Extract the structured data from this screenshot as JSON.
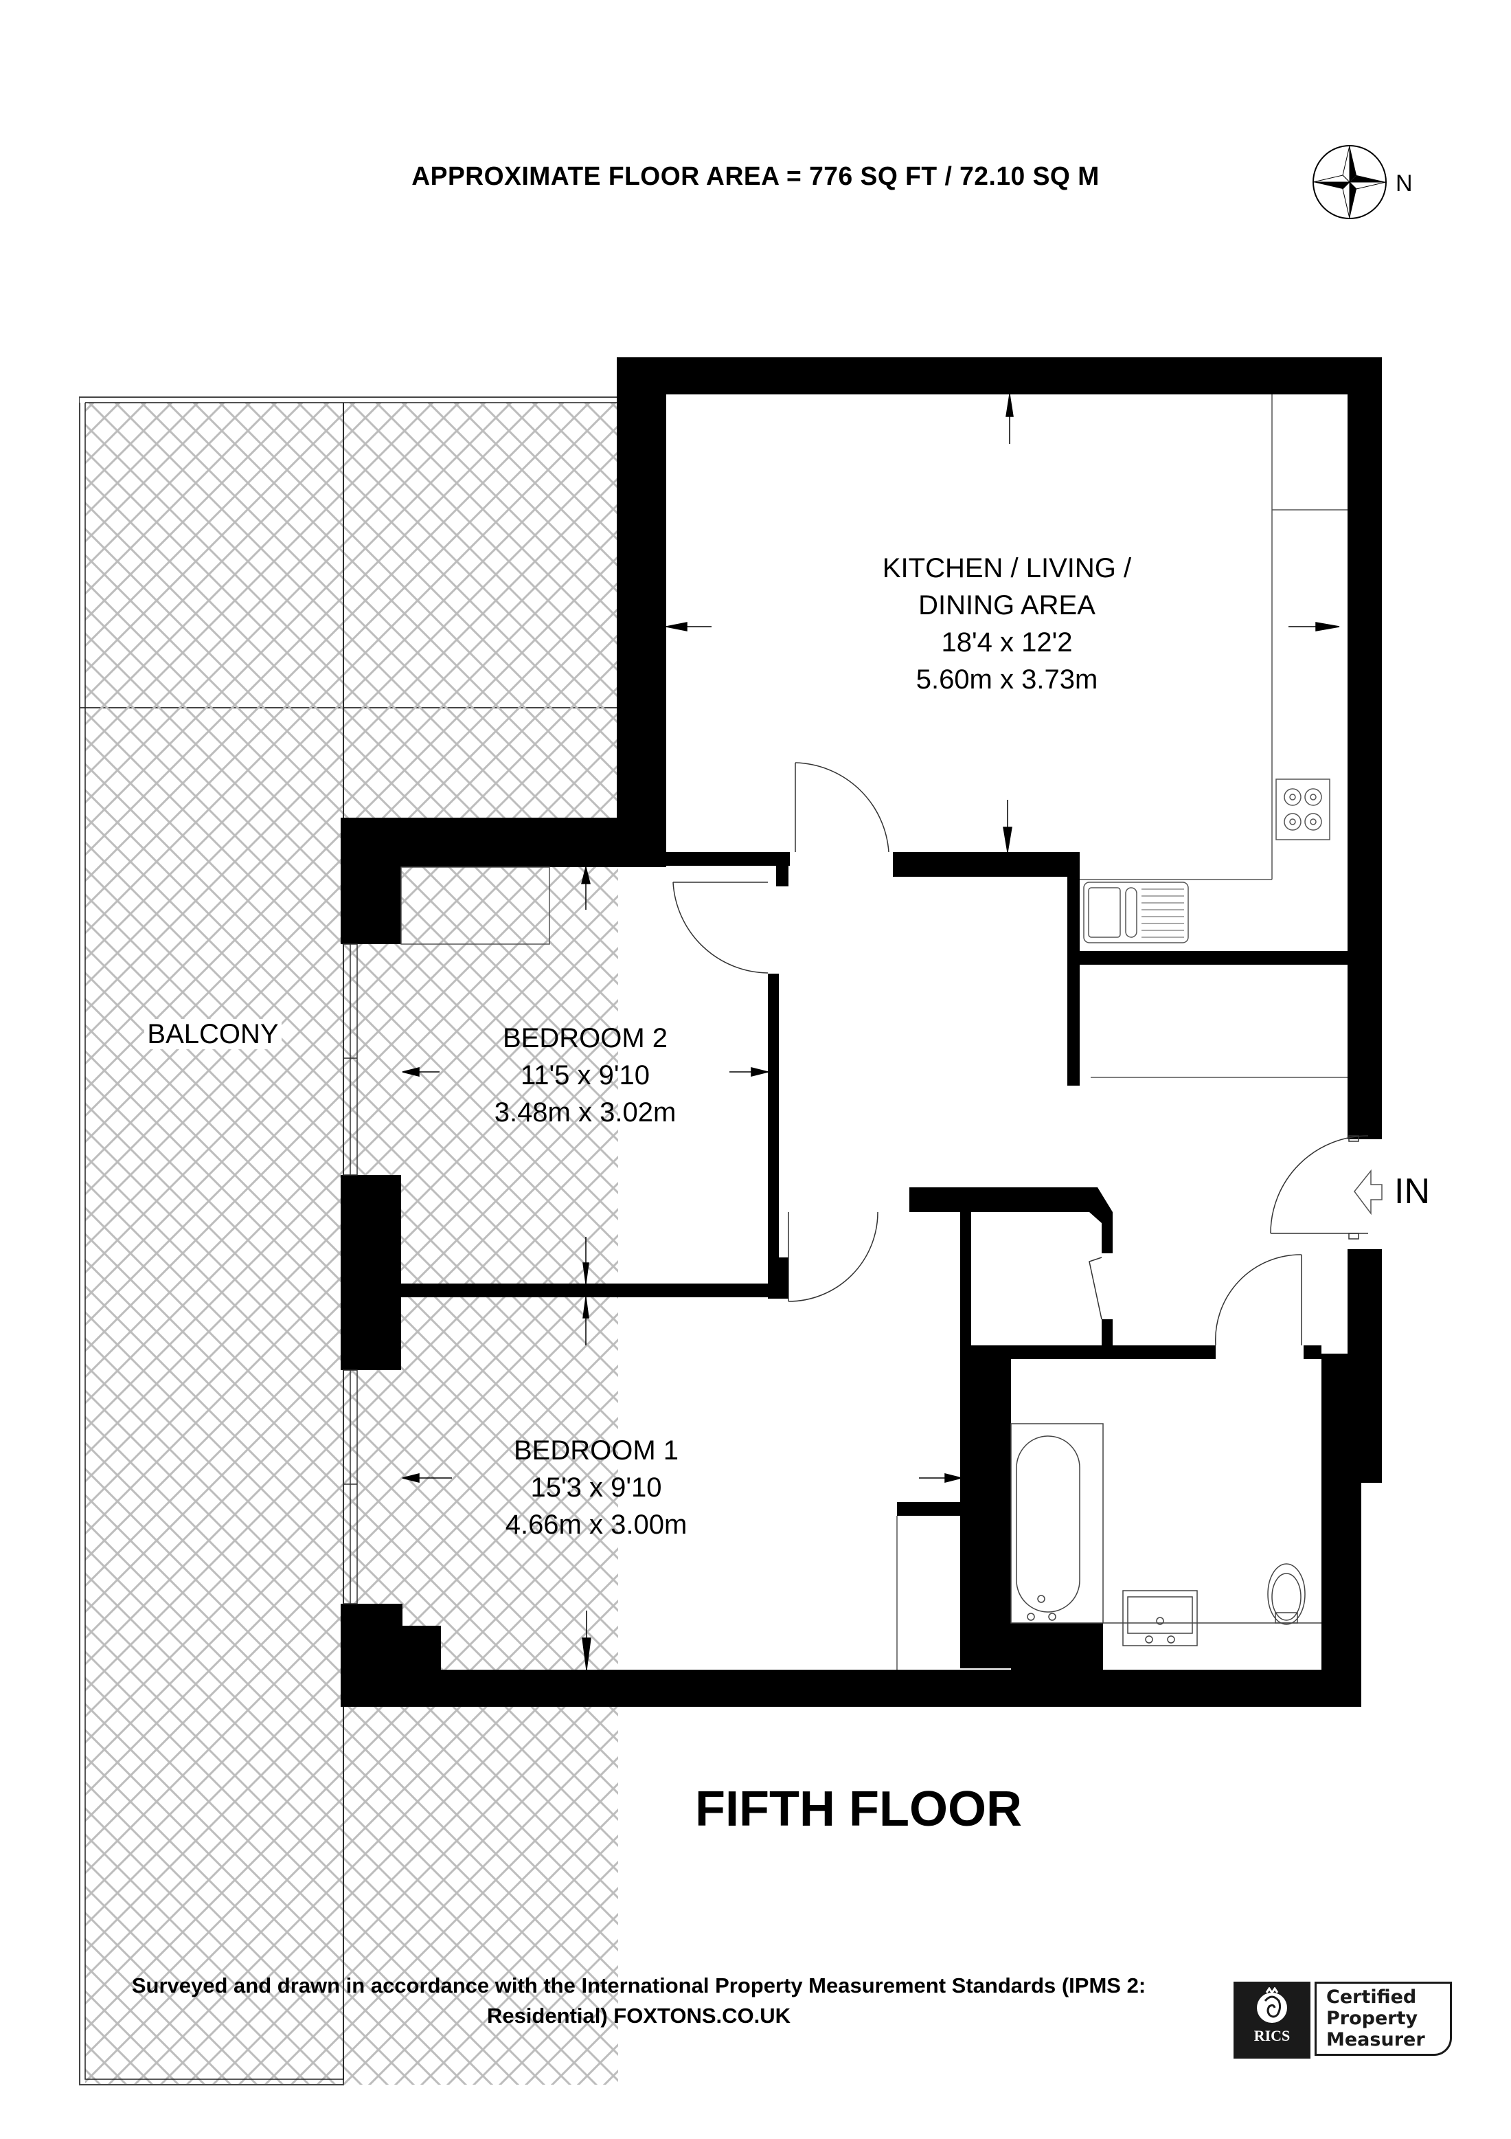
{
  "header": {
    "floor_area": "APPROXIMATE FLOOR AREA = 776 SQ FT / 72.10 SQ M",
    "compass_label": "N",
    "compass_icon": "compass-rose-icon"
  },
  "rooms": {
    "kitchen": {
      "name_line1": "KITCHEN / LIVING /",
      "name_line2": "DINING AREA",
      "imperial": "18'4 x 12'2",
      "metric": "5.60m x 3.73m"
    },
    "bedroom2": {
      "name": "BEDROOM 2",
      "imperial": "11'5 x 9'10",
      "metric": "3.48m x 3.02m"
    },
    "bedroom1": {
      "name": "BEDROOM 1",
      "imperial": "15'3 x 9'10",
      "metric": "4.66m x 3.00m"
    },
    "balcony": {
      "name": "BALCONY"
    }
  },
  "entrance": {
    "label": "IN",
    "icon": "entrance-arrow-icon"
  },
  "floor_title": "FIFTH FLOOR",
  "footer": {
    "line1": "Surveyed and drawn in accordance with the International Property Measurement Standards (IPMS 2:",
    "line2": "Residential) FOXTONS.CO.UK"
  },
  "badge": {
    "org": "RICS",
    "line1": "Certified",
    "line2": "Property",
    "line3": "Measurer"
  },
  "colors": {
    "wall": "#000000",
    "hatch": "#bdbdbd",
    "fixture_line": "#555555",
    "background": "#ffffff"
  }
}
